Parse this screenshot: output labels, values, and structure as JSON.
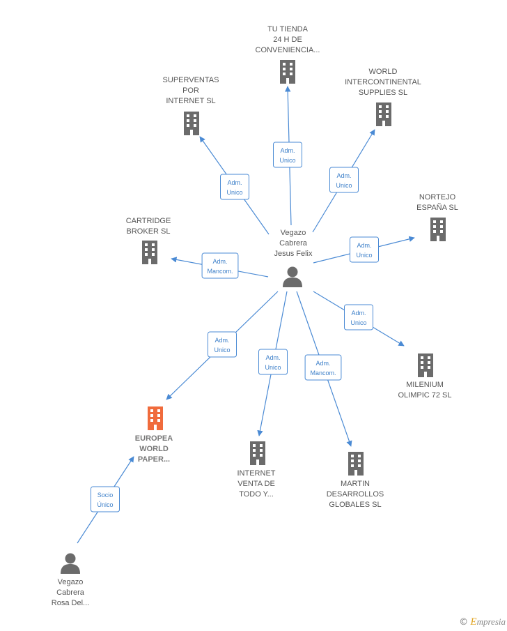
{
  "colors": {
    "edge": "#4a8ad4",
    "node": "#6b6b6b",
    "highlight": "#f06b3c",
    "label": "#555555"
  },
  "center_person": {
    "label_lines": [
      "Vegazo",
      "Cabrera",
      "Jesus Felix"
    ],
    "icon": "person-icon"
  },
  "second_person": {
    "label_lines": [
      "Vegazo",
      "Cabrera",
      "Rosa Del..."
    ],
    "icon": "person-icon"
  },
  "companies": [
    {
      "id": "tu-tienda",
      "label_lines": [
        "TU TIENDA",
        "24 H DE",
        "CONVENIENCIA..."
      ],
      "relation": [
        "Adm.",
        "Unico"
      ],
      "icon": "building-icon"
    },
    {
      "id": "superventas",
      "label_lines": [
        "SUPERVENTAS",
        "POR",
        "INTERNET  SL"
      ],
      "relation": [
        "Adm.",
        "Unico"
      ],
      "icon": "building-icon"
    },
    {
      "id": "world-intercontinental",
      "label_lines": [
        "WORLD",
        "INTERCONTINENTAL",
        "SUPPLIES SL"
      ],
      "relation": [
        "Adm.",
        "Unico"
      ],
      "icon": "building-icon"
    },
    {
      "id": "nortejo",
      "label_lines": [
        "NORTEJO",
        "ESPAÑA  SL"
      ],
      "relation": [
        "Adm.",
        "Unico"
      ],
      "icon": "building-icon"
    },
    {
      "id": "cartridge",
      "label_lines": [
        "CARTRIDGE",
        "BROKER SL"
      ],
      "relation": [
        "Adm.",
        "Mancom."
      ],
      "icon": "building-icon"
    },
    {
      "id": "milenium",
      "label_lines": [
        "MILENIUM",
        "OLIMPIC 72 SL"
      ],
      "relation": [
        "Adm.",
        "Unico"
      ],
      "icon": "building-icon"
    },
    {
      "id": "europea",
      "label_lines": [
        "EUROPEA",
        "WORLD",
        "PAPER..."
      ],
      "relation": [
        "Adm.",
        "Unico"
      ],
      "icon": "building-icon",
      "highlight": true
    },
    {
      "id": "internet-venta",
      "label_lines": [
        "INTERNET",
        "VENTA DE",
        "TODO Y..."
      ],
      "relation": [
        "Adm.",
        "Unico"
      ],
      "icon": "building-icon"
    },
    {
      "id": "martin",
      "label_lines": [
        "MARTIN",
        "DESARROLLOS",
        "GLOBALES SL"
      ],
      "relation": [
        "Adm.",
        "Mancom."
      ],
      "icon": "building-icon"
    }
  ],
  "second_relation": {
    "label_lines": [
      "Socio",
      "Único"
    ],
    "target": "europea"
  },
  "brand": {
    "copyright": "©",
    "initial": "E",
    "name": "mpresia"
  }
}
